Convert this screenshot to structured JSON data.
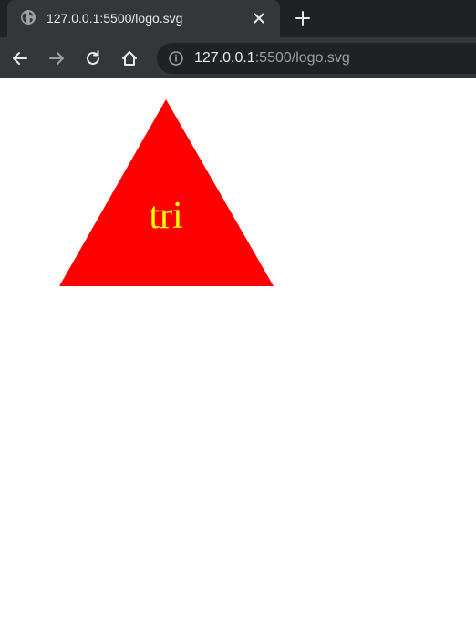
{
  "tab": {
    "title": "127.0.0.1:5500/logo.svg",
    "favicon": "globe-icon"
  },
  "toolbar": {
    "icons": [
      "back-arrow-icon",
      "forward-arrow-icon",
      "reload-icon",
      "home-icon",
      "info-icon"
    ]
  },
  "address_bar": {
    "host": "127.0.0.1",
    "rest": ":5500/logo.svg"
  },
  "logo": {
    "shape": "triangle",
    "text": "tri",
    "fill_color": "#ff0000",
    "text_color": "#ffff00"
  },
  "colors": {
    "tabstrip": "#202124",
    "active_tab": "#35363a",
    "omnibox": "#202124"
  }
}
